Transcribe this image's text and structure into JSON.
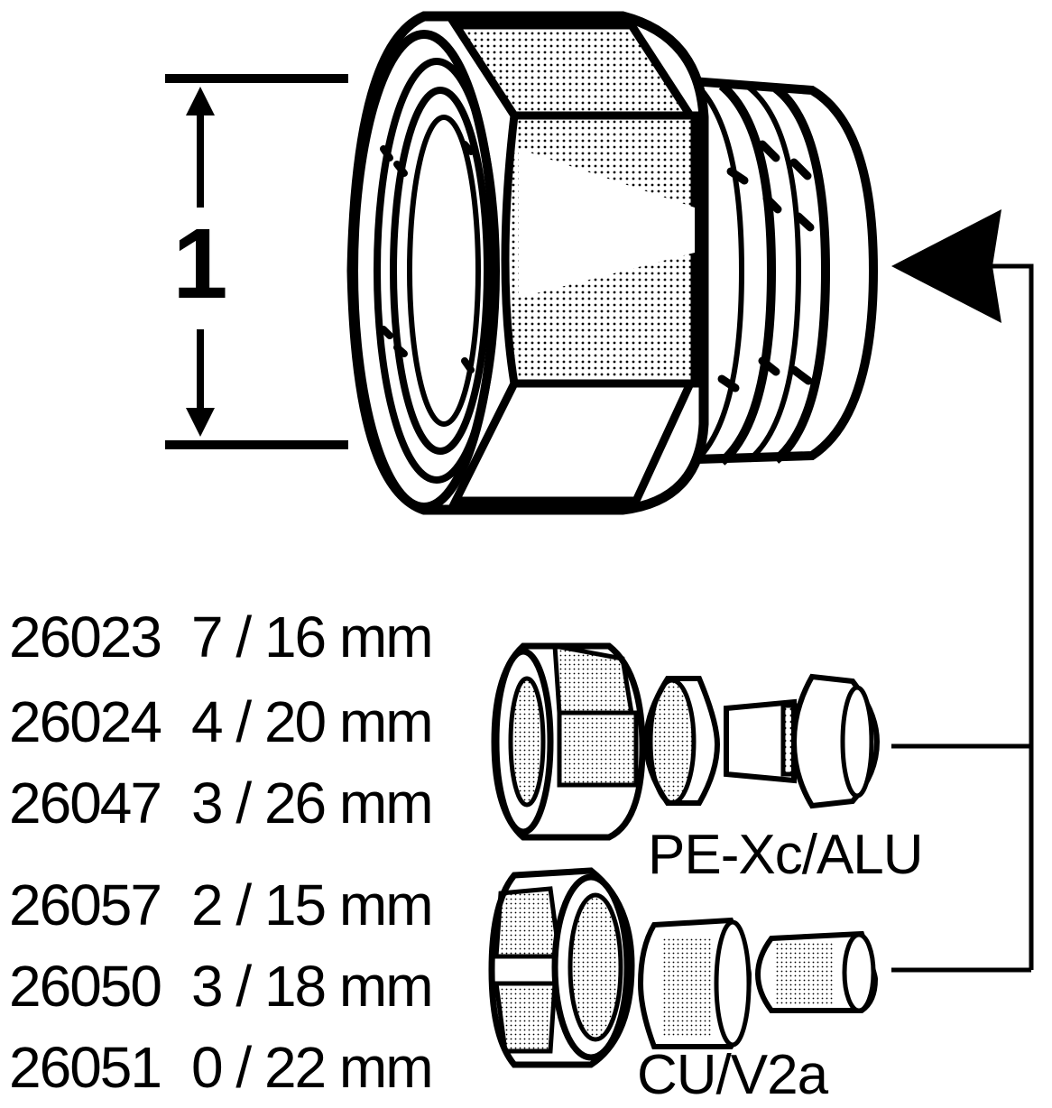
{
  "dimension_label": "1",
  "groups": [
    {
      "material": "PE-Xc/ALU",
      "items": [
        {
          "code": "26023",
          "size": "7 / 16 mm"
        },
        {
          "code": "26024",
          "size": "4 / 20 mm"
        },
        {
          "code": "26047",
          "size": "3 / 26 mm"
        }
      ]
    },
    {
      "material": "CU/V2a",
      "items": [
        {
          "code": "26057",
          "size": "2 / 15 mm"
        },
        {
          "code": "26050",
          "size": "3 / 18 mm"
        },
        {
          "code": "26051",
          "size": "0 / 22 mm"
        }
      ]
    }
  ],
  "colors": {
    "line": "#000000",
    "background": "#ffffff"
  }
}
